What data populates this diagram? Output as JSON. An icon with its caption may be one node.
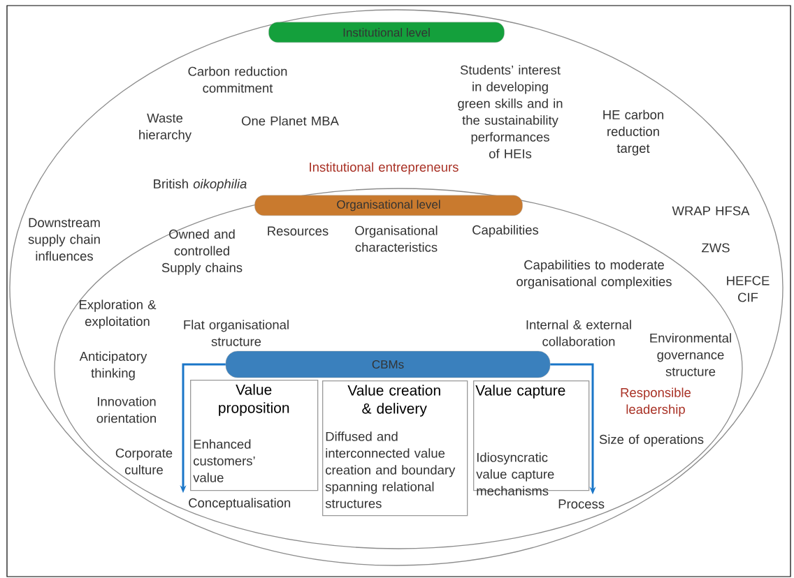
{
  "diagram": {
    "nodes": [
      {
        "text": [
          "Institutional level"
        ]
      },
      {
        "text": [
          "Organisational level"
        ],
        "in": 0
      },
      {
        "text": [
          "CBMs"
        ],
        "in": 1
      },
      {
        "text": [
          "Value proposition",
          "Enhanced customers’ value"
        ],
        "in": 1
      },
      {
        "text": [
          "Value creation & delivery",
          "Diffused and interconnected value creation and boundary spanning relational structures"
        ],
        "in": 1
      },
      {
        "text": [
          "Value capture",
          "Idiosyncratic value capture mechanisms"
        ],
        "in": 1
      },
      {
        "text": [
          "Conceptualisation"
        ],
        "in": 1
      },
      {
        "text": [
          "Process"
        ],
        "in": 1
      }
    ],
    "edges": [
      {
        "from": 2,
        "to": 6,
        "arrow": "to"
      },
      {
        "from": 2,
        "to": 7,
        "arrow": "to"
      }
    ],
    "labels": [
      "Carbon reduction commitment",
      "Students’ interest in developing green skills and in the sustainability performances of HEIs",
      "Waste hierarchy",
      "One Planet MBA",
      "HE carbon reduction target",
      "Institutional entrepreneurs",
      "British *oikophilia*",
      "Downstream supply chain influences",
      "WRAP HFSA",
      "Owned and controlled Supply chains",
      "Resources",
      "Organisational characteristics",
      "Capabilities",
      "ZWS",
      "Capabilities to moderate organisational complexities",
      "HEFCE CIF",
      "Exploration & exploitation",
      "Flat organisational structure",
      "Internal & external collaboration",
      "Environmental governance structure",
      "Anticipatory thinking",
      "Innovation orientation",
      "Responsible leadership",
      "Corporate culture",
      "Size of operations"
    ]
  }
}
